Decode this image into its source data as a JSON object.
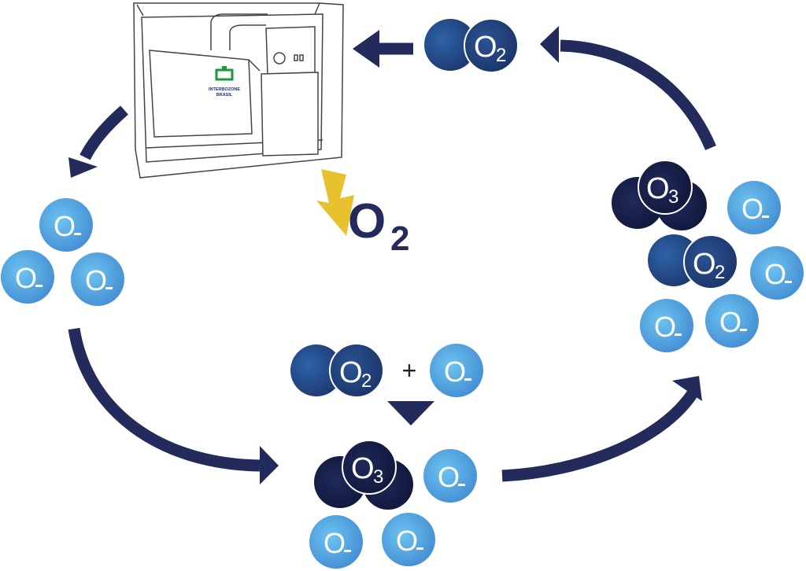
{
  "title": "Ozone generation cycle",
  "colors": {
    "arrow": "#232a5c",
    "o2_dark": "#1f3f7a",
    "o2_mid": "#2a5a9c",
    "o3_dark": "#131b3f",
    "o_light": "#4a9ee0",
    "o_light_center": "#6cc3f0",
    "bolt": "#e8c22e",
    "logo_green": "#1a9b3b",
    "logo_blue": "#1b2f7e"
  },
  "generator": {
    "logo_line1": "INTERBOZONE",
    "logo_line2": "BRASIL"
  },
  "energy_label": {
    "symbol": "O",
    "subscript": "2",
    "icon": "lightning-bolt-icon"
  },
  "top_molecule": {
    "symbol": "O",
    "subscript": "2"
  },
  "left_group": {
    "atoms": [
      {
        "symbol": "O",
        "charge": "-"
      },
      {
        "symbol": "O",
        "charge": "-"
      },
      {
        "symbol": "O",
        "charge": "-"
      }
    ]
  },
  "reaction": {
    "reactant1": {
      "symbol": "O",
      "subscript": "2"
    },
    "operator": "+",
    "reactant2": {
      "symbol": "O",
      "charge": "-"
    },
    "arrow_icon": "down-triangle-icon"
  },
  "bottom_group": {
    "ozone": {
      "symbol": "O",
      "subscript": "3"
    },
    "atoms": [
      {
        "symbol": "O",
        "charge": "-"
      },
      {
        "symbol": "O",
        "charge": "-"
      },
      {
        "symbol": "O",
        "charge": "-"
      }
    ]
  },
  "right_group": {
    "ozone": {
      "symbol": "O",
      "subscript": "3"
    },
    "oxygen": {
      "symbol": "O",
      "subscript": "2"
    },
    "atoms": [
      {
        "symbol": "O",
        "charge": "-"
      },
      {
        "symbol": "O",
        "charge": "-"
      },
      {
        "symbol": "O",
        "charge": "-"
      },
      {
        "symbol": "O",
        "charge": "-"
      }
    ]
  }
}
